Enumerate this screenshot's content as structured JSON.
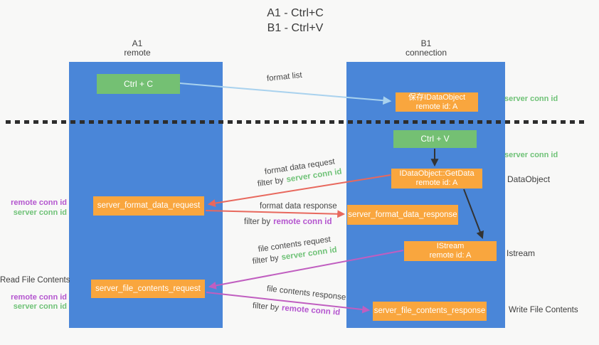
{
  "title": {
    "line1": "A1 - Ctrl+C",
    "line2": "B1 - Ctrl+V"
  },
  "lanes": {
    "left": {
      "name": "A1",
      "role": "remote"
    },
    "right": {
      "name": "B1",
      "role": "connection"
    }
  },
  "nodes": {
    "ctrl_c": "Ctrl + C",
    "ctrl_v": "Ctrl + V",
    "save_dataobject": {
      "line1": "保存IDataObject",
      "line2": "remote id: A"
    },
    "getdata": {
      "line1": "IDataObject::GetData",
      "line2": "remote id: A"
    },
    "istream": {
      "line1": "IStream",
      "line2": "remote id: A"
    },
    "format_request": "server_format_data_request",
    "format_response": "server_format_data_response",
    "file_request": "server_file_contents_request",
    "file_response": "server_file_contents_response"
  },
  "arrow_labels": {
    "format_list": "format list",
    "format_data_request": "format data request",
    "format_data_response": "format data response",
    "file_contents_request": "file contents request",
    "file_contents_response": "file contents response",
    "filter_by": "filter by"
  },
  "side_labels": {
    "server_conn_id": "server conn id",
    "remote_conn_id": "remote conn id",
    "dataobject": "DataObject",
    "istream": "Istream",
    "read_file_contents": "Read File Contents",
    "write_file_contents": "Write File Contents"
  },
  "colors": {
    "column_blue": "#4a86d8",
    "node_orange": "#f9a63e",
    "node_green": "#74c073",
    "arrow_lightblue": "#a9d2ee",
    "arrow_red": "#e8685d",
    "arrow_magenta": "#c05ec0",
    "arrow_black": "#333333",
    "text_green": "#6fc277",
    "text_purple": "#b455cf",
    "text_gray": "#3f3f3f"
  }
}
